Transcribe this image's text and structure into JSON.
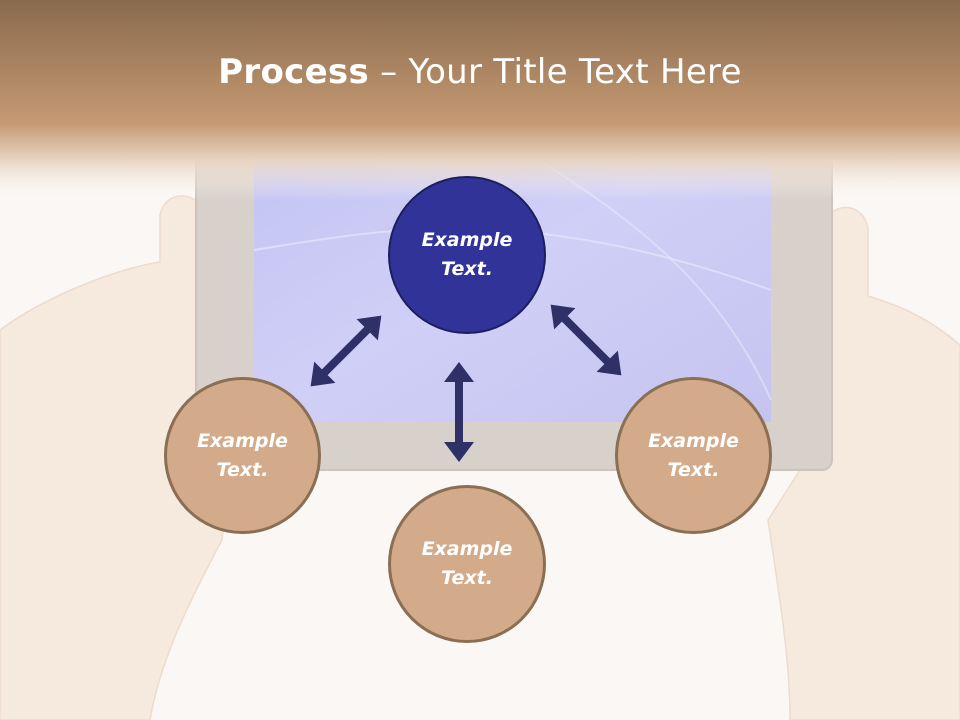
{
  "slide": {
    "title_bold": "Process",
    "title_rest": " – Your Title Text Here"
  },
  "colors": {
    "header_top": "#8a6a4d",
    "header_bottom": "#c59a73",
    "background": "#fbf7f4",
    "screen": "#c8c8f4",
    "primary_circle": "#323399",
    "secondary_circle": "#d4ab8a",
    "arrow": "#2e3066"
  },
  "diagram": {
    "center_node": {
      "label": "Example\nText.",
      "icon": "circle-primary"
    },
    "nodes": [
      {
        "label": "Example\nText."
      },
      {
        "label": "Example\nText."
      },
      {
        "label": "Example\nText."
      }
    ],
    "arrows": [
      "double-arrow-icon",
      "double-arrow-icon",
      "double-arrow-icon"
    ]
  }
}
